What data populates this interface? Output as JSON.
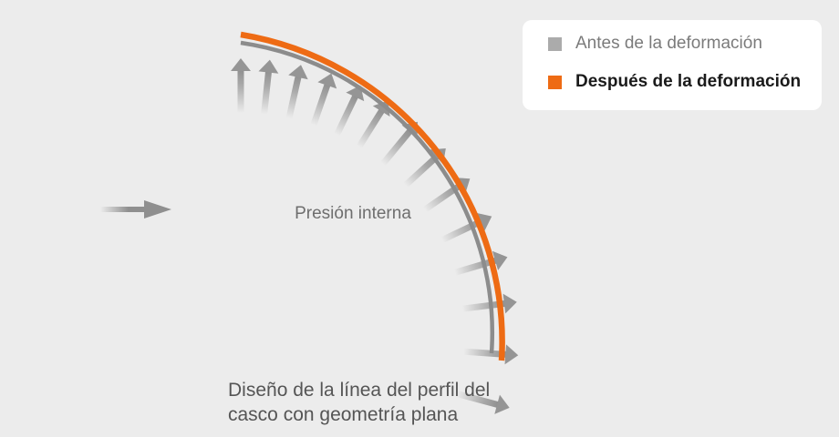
{
  "legend": {
    "before_label": "Antes de la deformación",
    "after_label": "Después de la deformación",
    "before_color": "#ababab",
    "after_color": "#ee6b14"
  },
  "diagram": {
    "pressure_label": "Presión interna",
    "before_line_color": "#8c8c8c",
    "after_line_color": "#ee6b14",
    "arrow_color": "#9c9c9c"
  },
  "caption": {
    "line1": "Diseño de la línea del perfil del",
    "line2": "casco con geometría plana"
  }
}
